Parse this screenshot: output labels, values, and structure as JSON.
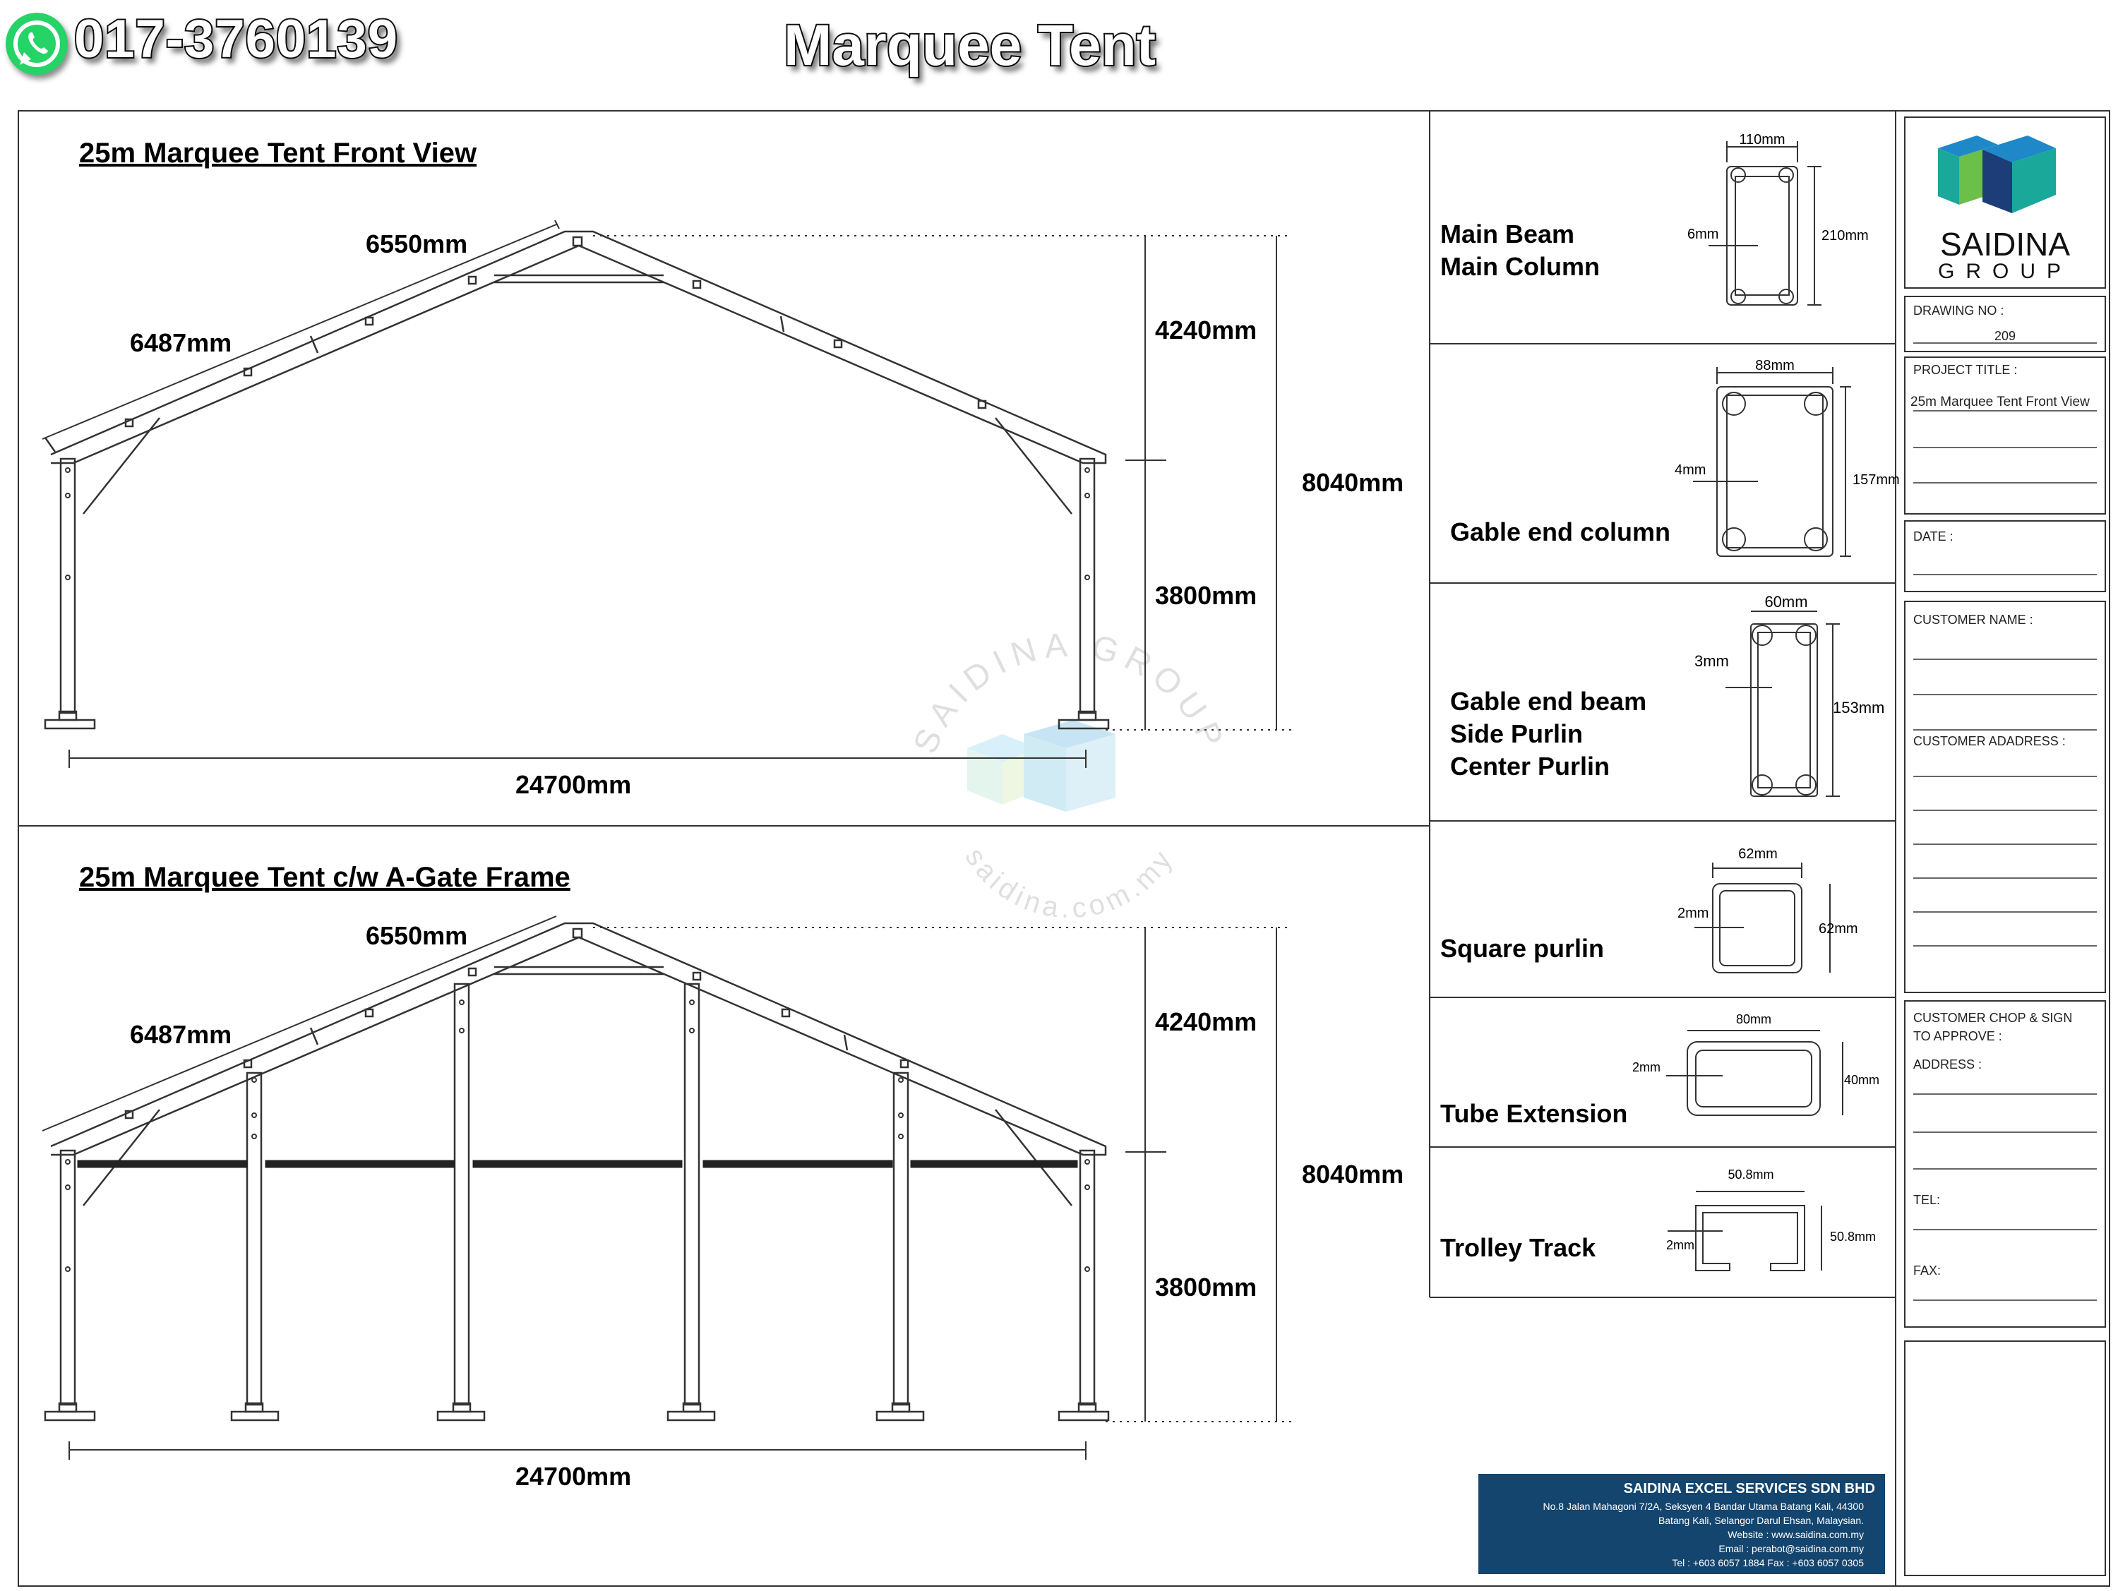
{
  "header": {
    "phone": "017-3760139",
    "title": "Marquee Tent"
  },
  "front_view": {
    "title": "25m Marquee Tent Front View",
    "rafter_upper": "6550mm",
    "rafter_lower": "6487mm",
    "roof_height": "4240mm",
    "eave_height": "3800mm",
    "total_height": "8040mm",
    "span": "24700mm"
  },
  "agate_view": {
    "title": "25m Marquee Tent c/w A-Gate Frame",
    "rafter_upper": "6550mm",
    "rafter_lower": "6487mm",
    "roof_height": "4240mm",
    "eave_height": "3800mm",
    "total_height": "8040mm",
    "span": "24700mm"
  },
  "profiles": [
    {
      "label_lines": [
        "Main Beam",
        "Main Column"
      ],
      "width": "110mm",
      "height": "210mm",
      "thickness": "6mm"
    },
    {
      "label_lines": [
        "Gable end column"
      ],
      "width": "88mm",
      "height": "157mm",
      "thickness": "4mm"
    },
    {
      "label_lines": [
        "Gable end beam",
        "Side Purlin",
        "Center Purlin"
      ],
      "width": "60mm",
      "height": "153mm",
      "thickness": "3mm"
    },
    {
      "label_lines": [
        "Square purlin"
      ],
      "width": "62mm",
      "height": "62mm",
      "thickness": "2mm"
    },
    {
      "label_lines": [
        "Tube Extension"
      ],
      "width": "80mm",
      "height": "40mm",
      "thickness": "2mm"
    },
    {
      "label_lines": [
        "Trolley Track"
      ],
      "width": "50.8mm",
      "height": "50.8mm",
      "thickness": "2mm"
    }
  ],
  "title_block": {
    "logo_name": "SAIDINA",
    "logo_sub": "GROUP",
    "drawing_no_label": "DRAWING NO :",
    "drawing_no": "209",
    "project_title_label": "PROJECT TITLE :",
    "project_title": "25m Marquee Tent Front View",
    "date_label": "DATE :",
    "customer_name_label": "CUSTOMER NAME :",
    "customer_address_label": "CUSTOMER ADADRESS :",
    "chop_label_1": "CUSTOMER CHOP & SIGN",
    "chop_label_2": "TO APPROVE :",
    "address_label": "ADDRESS :",
    "tel_label": "TEL:",
    "fax_label": "FAX:"
  },
  "watermark": {
    "arc_text": "SAIDINA GROUP",
    "url_text": "saidina.com.my"
  },
  "company": {
    "name": "SAIDINA EXCEL SERVICES SDN BHD",
    "address_1": "No.8 Jalan Mahagoni 7/2A, Seksyen 4 Bandar Utama Batang Kali, 44300",
    "address_2": "Batang Kali, Selangor Darul Ehsan, Malaysian.",
    "website": "Website : www.saidina.com.my",
    "email": "Email : perabot@saidina.com.my",
    "tel_fax": "Tel : +603 6057 1884   Fax : +603 6057 0305"
  },
  "colors": {
    "whatsapp": "#25D366",
    "company_banner": "#14456e",
    "logo_blue": "#1e88c8",
    "logo_teal": "#1aa89a",
    "logo_green": "#6cc04a",
    "logo_navy": "#1c3d78"
  }
}
